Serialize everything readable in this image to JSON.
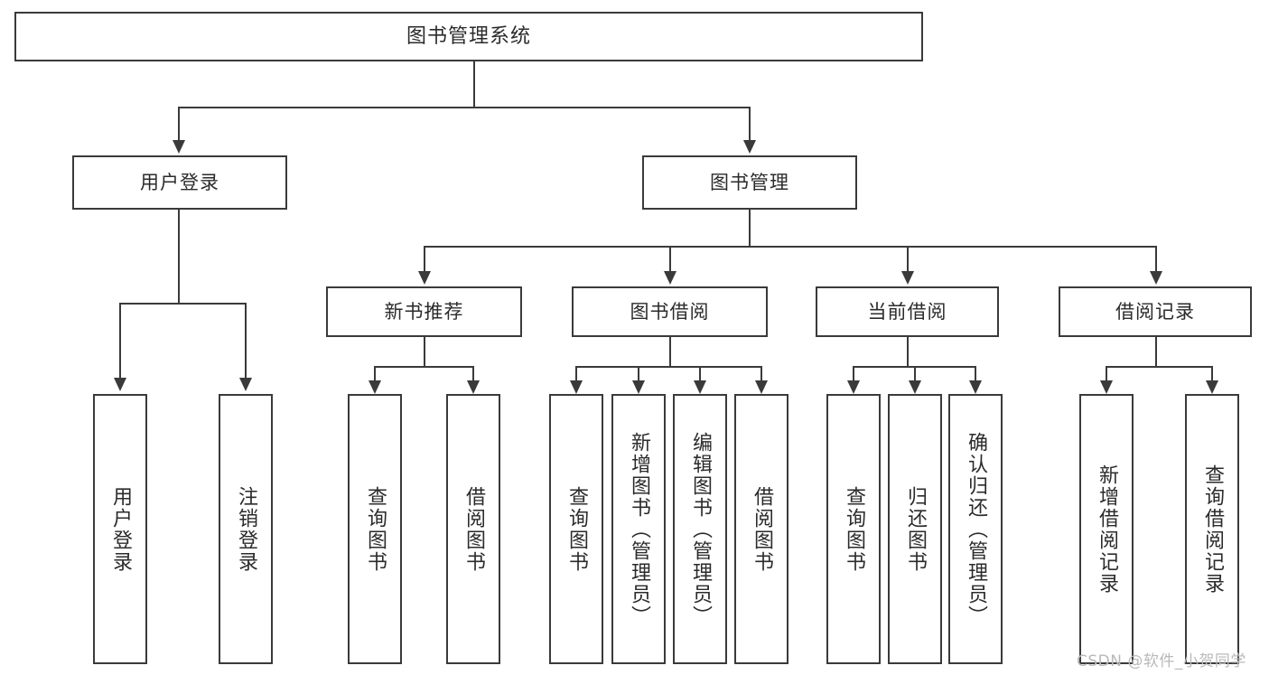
{
  "diagram": {
    "title": "图书管理系统",
    "type": "tree",
    "watermark": "CSDN @软件_小贺同学",
    "line_color": "#3a3a3a",
    "box_fill": "#ffffff",
    "text_color": "#2b2b2b"
  },
  "nodes": {
    "root": {
      "label": "图书管理系统"
    },
    "level1": [
      {
        "label": "用户登录"
      },
      {
        "label": "图书管理"
      }
    ],
    "level2": [
      {
        "label": "新书推荐"
      },
      {
        "label": "图书借阅"
      },
      {
        "label": "当前借阅"
      },
      {
        "label": "借阅记录"
      }
    ],
    "leaves": {
      "user_login": [
        {
          "label": "用户登录"
        },
        {
          "label": "注销登录"
        }
      ],
      "new_book_recommend": [
        {
          "label": "查询图书"
        },
        {
          "label": "借阅图书"
        }
      ],
      "book_borrow": [
        {
          "label": "查询图书"
        },
        {
          "label": "新增图书（管理员）"
        },
        {
          "label": "编辑图书（管理员）"
        },
        {
          "label": "借阅图书"
        }
      ],
      "current_borrow": [
        {
          "label": "查询图书"
        },
        {
          "label": "归还图书"
        },
        {
          "label": "确认归还（管理员）"
        }
      ],
      "borrow_records": [
        {
          "label": "新增借阅记录"
        },
        {
          "label": "查询借阅记录"
        }
      ]
    }
  },
  "chart_data": {
    "type": "tree",
    "title": "图书管理系统",
    "root": "图书管理系统",
    "edges": [
      [
        "图书管理系统",
        "用户登录"
      ],
      [
        "图书管理系统",
        "图书管理"
      ],
      [
        "用户登录",
        "用户登录"
      ],
      [
        "用户登录",
        "注销登录"
      ],
      [
        "图书管理",
        "新书推荐"
      ],
      [
        "图书管理",
        "图书借阅"
      ],
      [
        "图书管理",
        "当前借阅"
      ],
      [
        "图书管理",
        "借阅记录"
      ],
      [
        "新书推荐",
        "查询图书"
      ],
      [
        "新书推荐",
        "借阅图书"
      ],
      [
        "图书借阅",
        "查询图书"
      ],
      [
        "图书借阅",
        "新增图书（管理员）"
      ],
      [
        "图书借阅",
        "编辑图书（管理员）"
      ],
      [
        "图书借阅",
        "借阅图书"
      ],
      [
        "当前借阅",
        "查询图书"
      ],
      [
        "当前借阅",
        "归还图书"
      ],
      [
        "当前借阅",
        "确认归还（管理员）"
      ],
      [
        "借阅记录",
        "新增借阅记录"
      ],
      [
        "借阅记录",
        "查询借阅记录"
      ]
    ]
  }
}
